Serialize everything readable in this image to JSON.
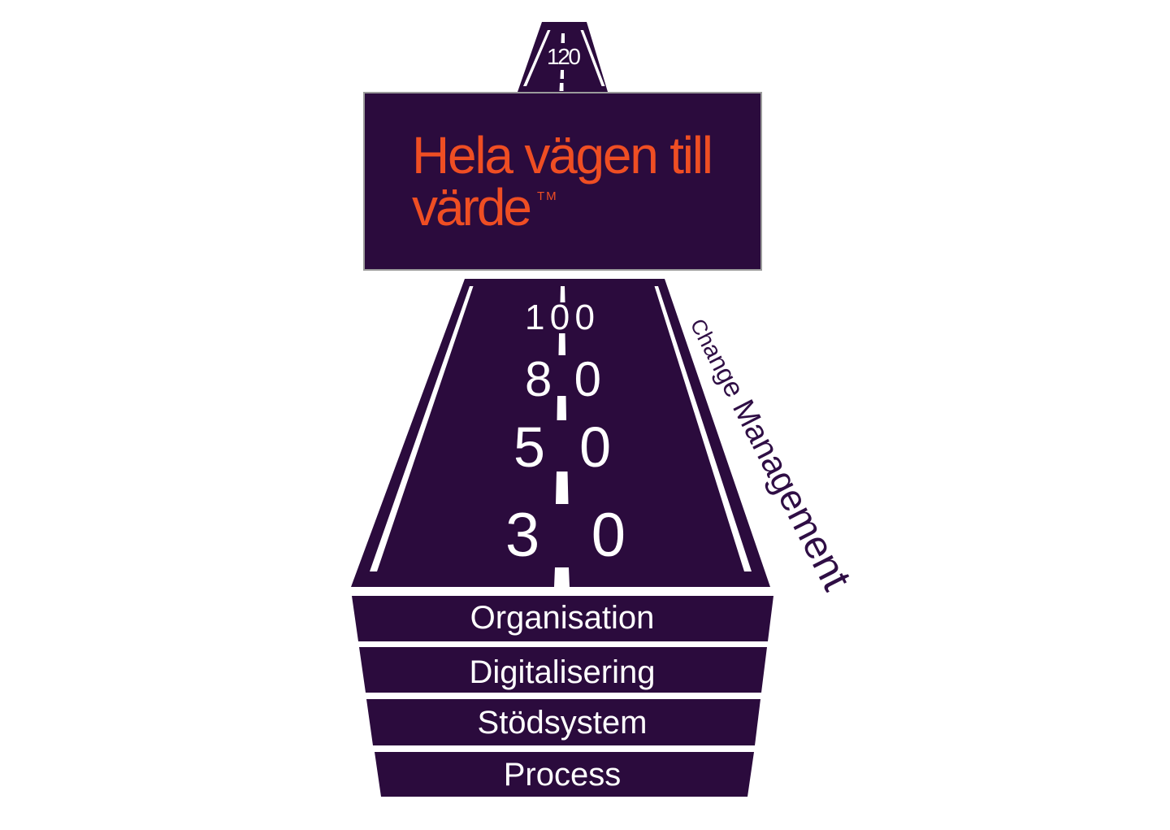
{
  "colors": {
    "road_purple": "#2b0b3d",
    "accent_orange": "#ef4e23",
    "line_white": "#ffffff",
    "billboard_border": "#9b9b9b",
    "side_label_purple": "#2f0e45"
  },
  "sign_road": {
    "speed": "120"
  },
  "billboard": {
    "line1": "Hela vägen till",
    "line2": "värde",
    "trademark": "TM"
  },
  "road": {
    "speed_markers": [
      {
        "value": "100"
      },
      {
        "value": "80"
      },
      {
        "value": "50"
      },
      {
        "value": "30"
      }
    ],
    "side_label": "Change Management"
  },
  "steps": [
    {
      "label": "Organisation"
    },
    {
      "label": "Digitalisering"
    },
    {
      "label": "Stödsystem"
    },
    {
      "label": "Process"
    }
  ]
}
